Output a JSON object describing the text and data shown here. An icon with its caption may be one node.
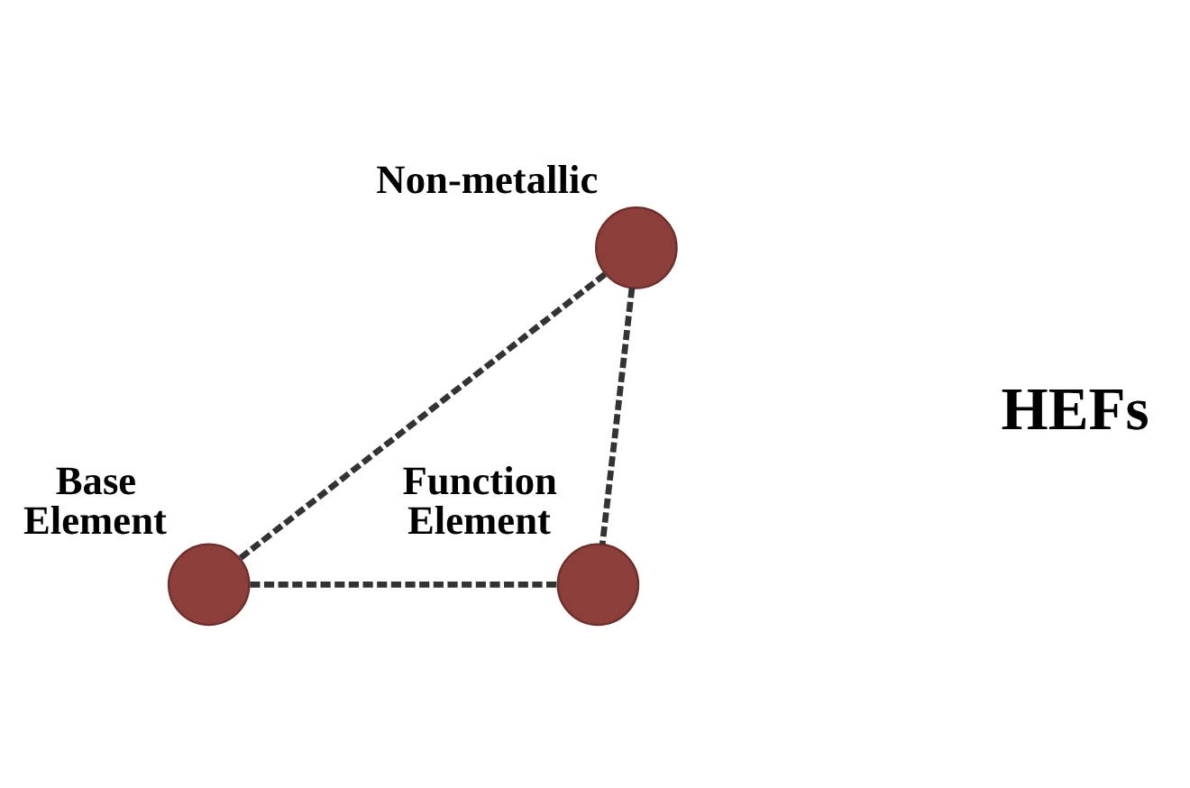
{
  "diagram": {
    "nodes": [
      {
        "text": [
          "Non-metallic"
        ]
      },
      {
        "text": [
          "Base Element"
        ]
      },
      {
        "text": [
          "Function Element"
        ]
      }
    ],
    "edges": [
      {
        "from": 0,
        "to": 1,
        "arrow": "none",
        "style": "dashed"
      },
      {
        "from": 0,
        "to": 2,
        "arrow": "none",
        "style": "dashed"
      },
      {
        "from": 1,
        "to": 2,
        "arrow": "none",
        "style": "dashed"
      }
    ],
    "labels": [
      "HEFs"
    ]
  }
}
